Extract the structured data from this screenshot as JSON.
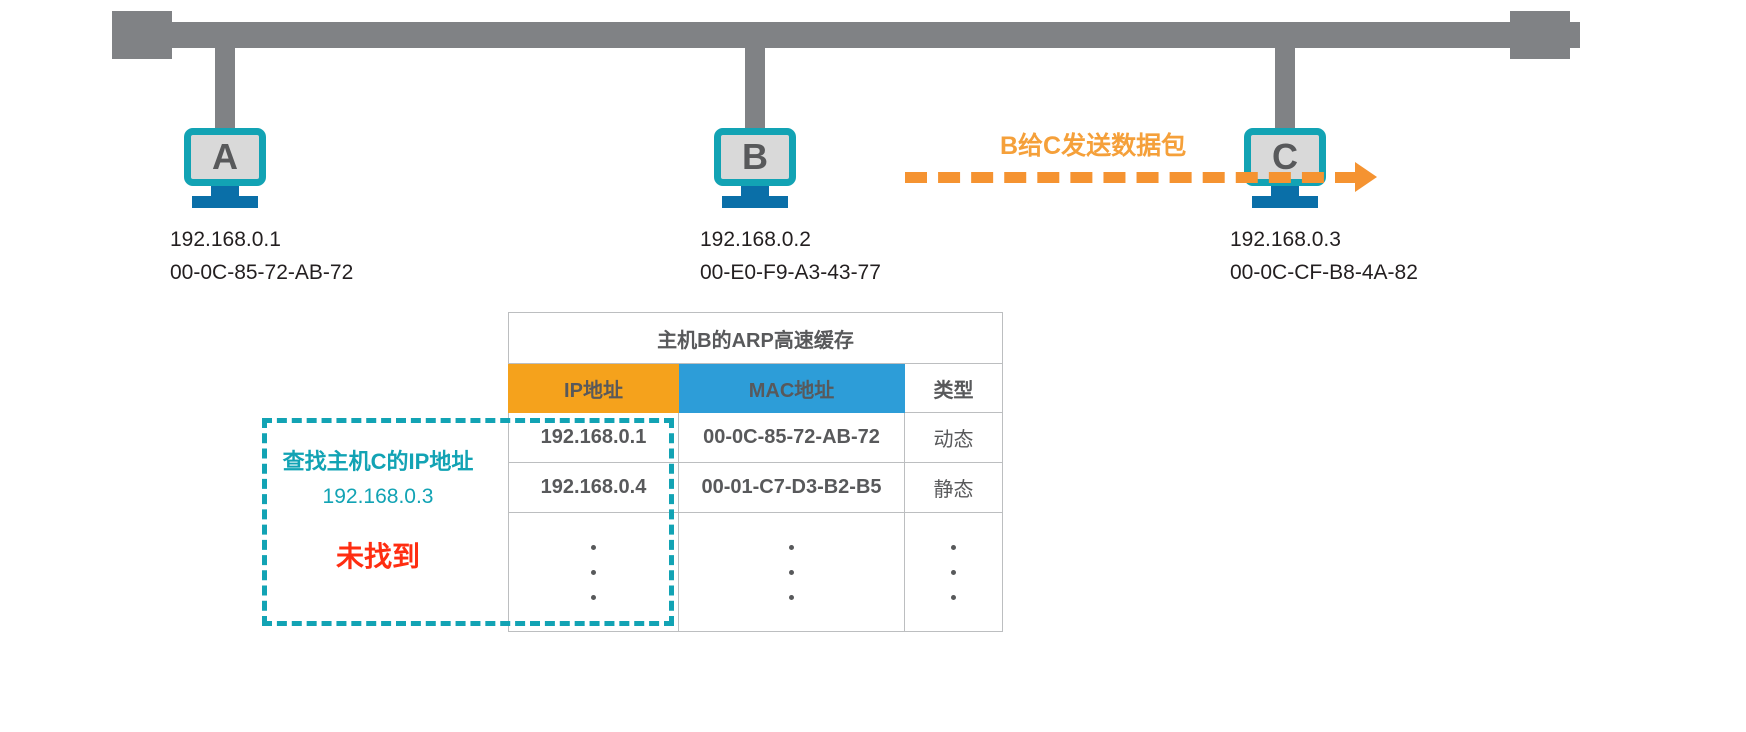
{
  "diagram": {
    "title": "ARP protocol lookup diagram",
    "colors": {
      "bus": "#808285",
      "monitor_border": "#12A3B4",
      "monitor_screen": "#D9D9D9",
      "stand": "#0A6FA8",
      "packet_arrow": "#F59331",
      "packet_label": "#F5A03A",
      "header_ip": "#F5A21C",
      "header_mac": "#2D9DD8",
      "callout": "#12A3B4",
      "not_found": "#FF2D11"
    }
  },
  "hosts": [
    {
      "letter": "A",
      "ip": "192.168.0.1",
      "mac": "00-0C-85-72-AB-72"
    },
    {
      "letter": "B",
      "ip": "192.168.0.2",
      "mac": "00-E0-F9-A3-43-77"
    },
    {
      "letter": "C",
      "ip": "192.168.0.3",
      "mac": "00-0C-CF-B8-4A-82"
    }
  ],
  "packet": {
    "label": "B给C发送数据包"
  },
  "arp_table": {
    "title": "主机B的ARP高速缓存",
    "columns": [
      "IP地址",
      "MAC地址",
      "类型"
    ],
    "rows": [
      {
        "ip": "192.168.0.1",
        "mac": "00-0C-85-72-AB-72",
        "type": "动态"
      },
      {
        "ip": "192.168.0.4",
        "mac": "00-01-C7-D3-B2-B5",
        "type": "静态"
      }
    ]
  },
  "lookup": {
    "title": "查找主机C的IP地址",
    "ip": "192.168.0.3",
    "result": "未找到"
  }
}
